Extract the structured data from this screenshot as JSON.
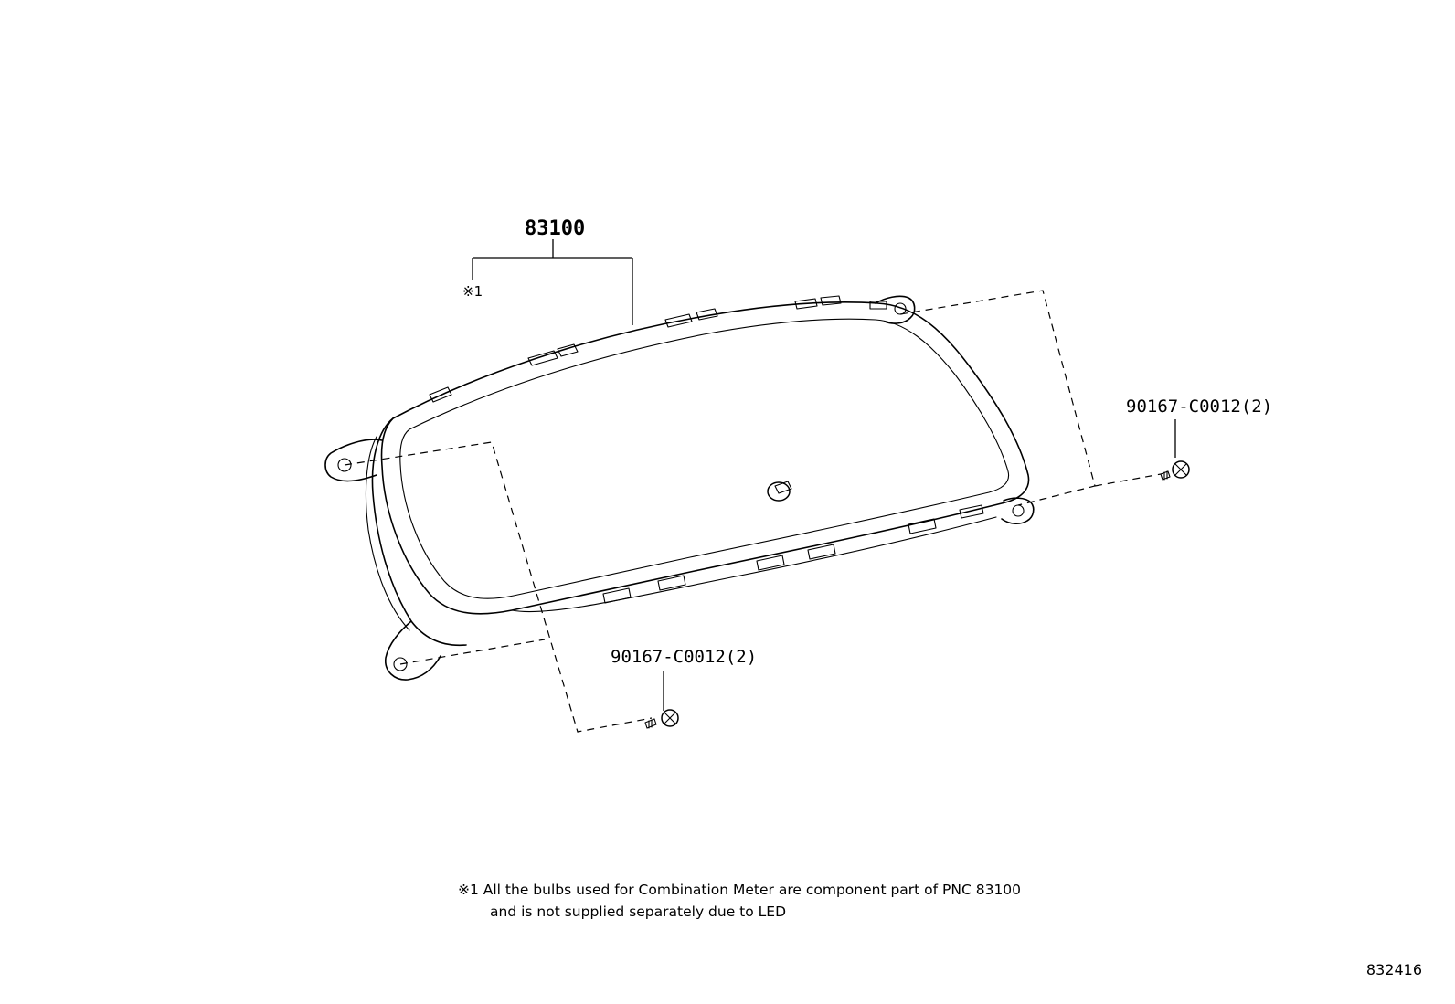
{
  "parts": {
    "main_pnc": "83100",
    "reference_mark": "※1",
    "screw_upper_right": "90167-C0012(2)",
    "screw_lower": "90167-C0012(2)"
  },
  "footnote": {
    "line1": "※1 All the bulbs used for Combination Meter are component part of PNC 83100",
    "line2": "and is not supplied separately due to LED"
  },
  "diagram_id": "832416"
}
